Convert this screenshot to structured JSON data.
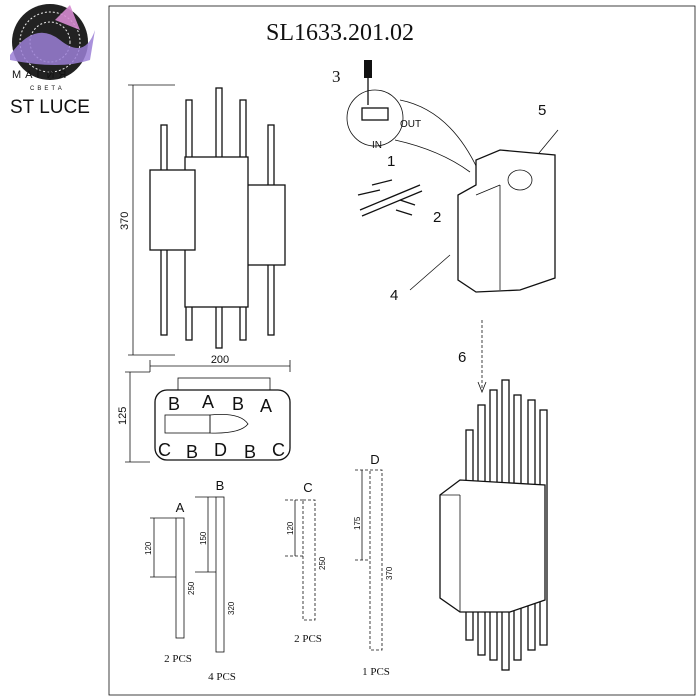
{
  "title": "SL1633.201.02",
  "logo": {
    "brand": "ST LUCE",
    "line1": "МАГИЯ",
    "line2": "СВЕТА"
  },
  "dimensions": {
    "height": "370",
    "width": "200",
    "depth": "125"
  },
  "top_view_letters": {
    "top": [
      "B",
      "A",
      "B",
      "A"
    ],
    "bottom": [
      "C",
      "B",
      "D",
      "B",
      "C"
    ]
  },
  "steps": [
    "1",
    "2",
    "3",
    "4",
    "5",
    "6"
  ],
  "wiring": {
    "out": "OUT",
    "in": "IN"
  },
  "parts": [
    {
      "letter": "A",
      "dim_short": "120",
      "dim_long": "250",
      "qty": "2 PCS"
    },
    {
      "letter": "B",
      "dim_short": "150",
      "dim_long": "320",
      "qty": "4 PCS"
    },
    {
      "letter": "C",
      "dim_short": "120",
      "dim_long": "250",
      "qty": "2 PCS"
    },
    {
      "letter": "D",
      "dim_short": "175",
      "dim_long": "370",
      "qty": "1 PCS"
    }
  ]
}
